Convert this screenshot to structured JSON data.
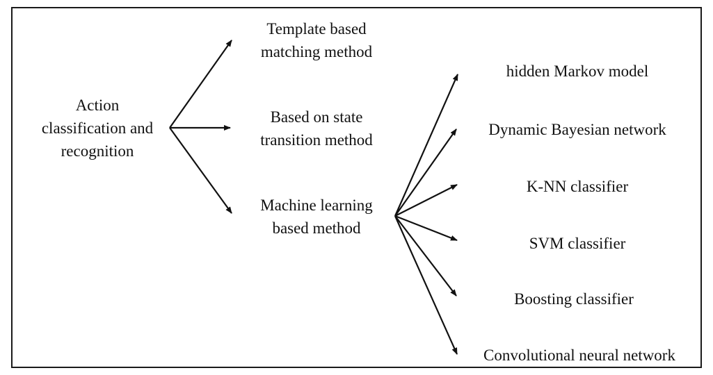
{
  "root": {
    "lines": [
      "Action",
      "classification and",
      "recognition"
    ]
  },
  "methods": [
    {
      "id": "template",
      "lines": [
        "Template based",
        "matching method"
      ]
    },
    {
      "id": "state",
      "lines": [
        "Based on state",
        "transition method"
      ]
    },
    {
      "id": "ml",
      "lines": [
        "Machine learning",
        "based method"
      ]
    }
  ],
  "ml_methods": [
    "hidden Markov model",
    "Dynamic Bayesian network",
    "K-NN classifier",
    "SVM classifier",
    "Boosting classifier",
    "Convolutional neural network"
  ],
  "colors": {
    "stroke": "#111111",
    "border": "#1a1a1a"
  }
}
